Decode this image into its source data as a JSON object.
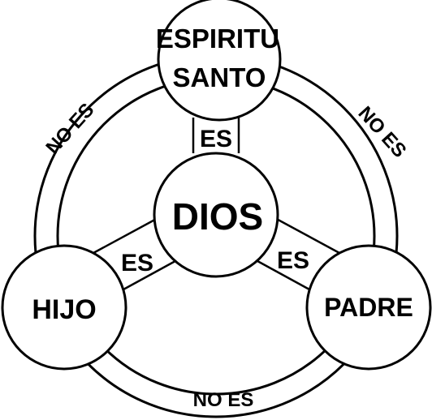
{
  "nodes": {
    "center": {
      "label": "DIOS"
    },
    "top": {
      "line1": "ESPIRITU",
      "line2": "SANTO"
    },
    "left": {
      "label": "HIJO"
    },
    "right": {
      "label": "PADRE"
    }
  },
  "edges": {
    "center_top": "ES",
    "center_left": "ES",
    "center_right": "ES",
    "outer_top_left": "NO ES",
    "outer_top_right": "NO ES",
    "outer_bottom": "NO ES"
  },
  "colors": {
    "stroke": "#000000",
    "fill": "#ffffff",
    "text": "#000000"
  }
}
